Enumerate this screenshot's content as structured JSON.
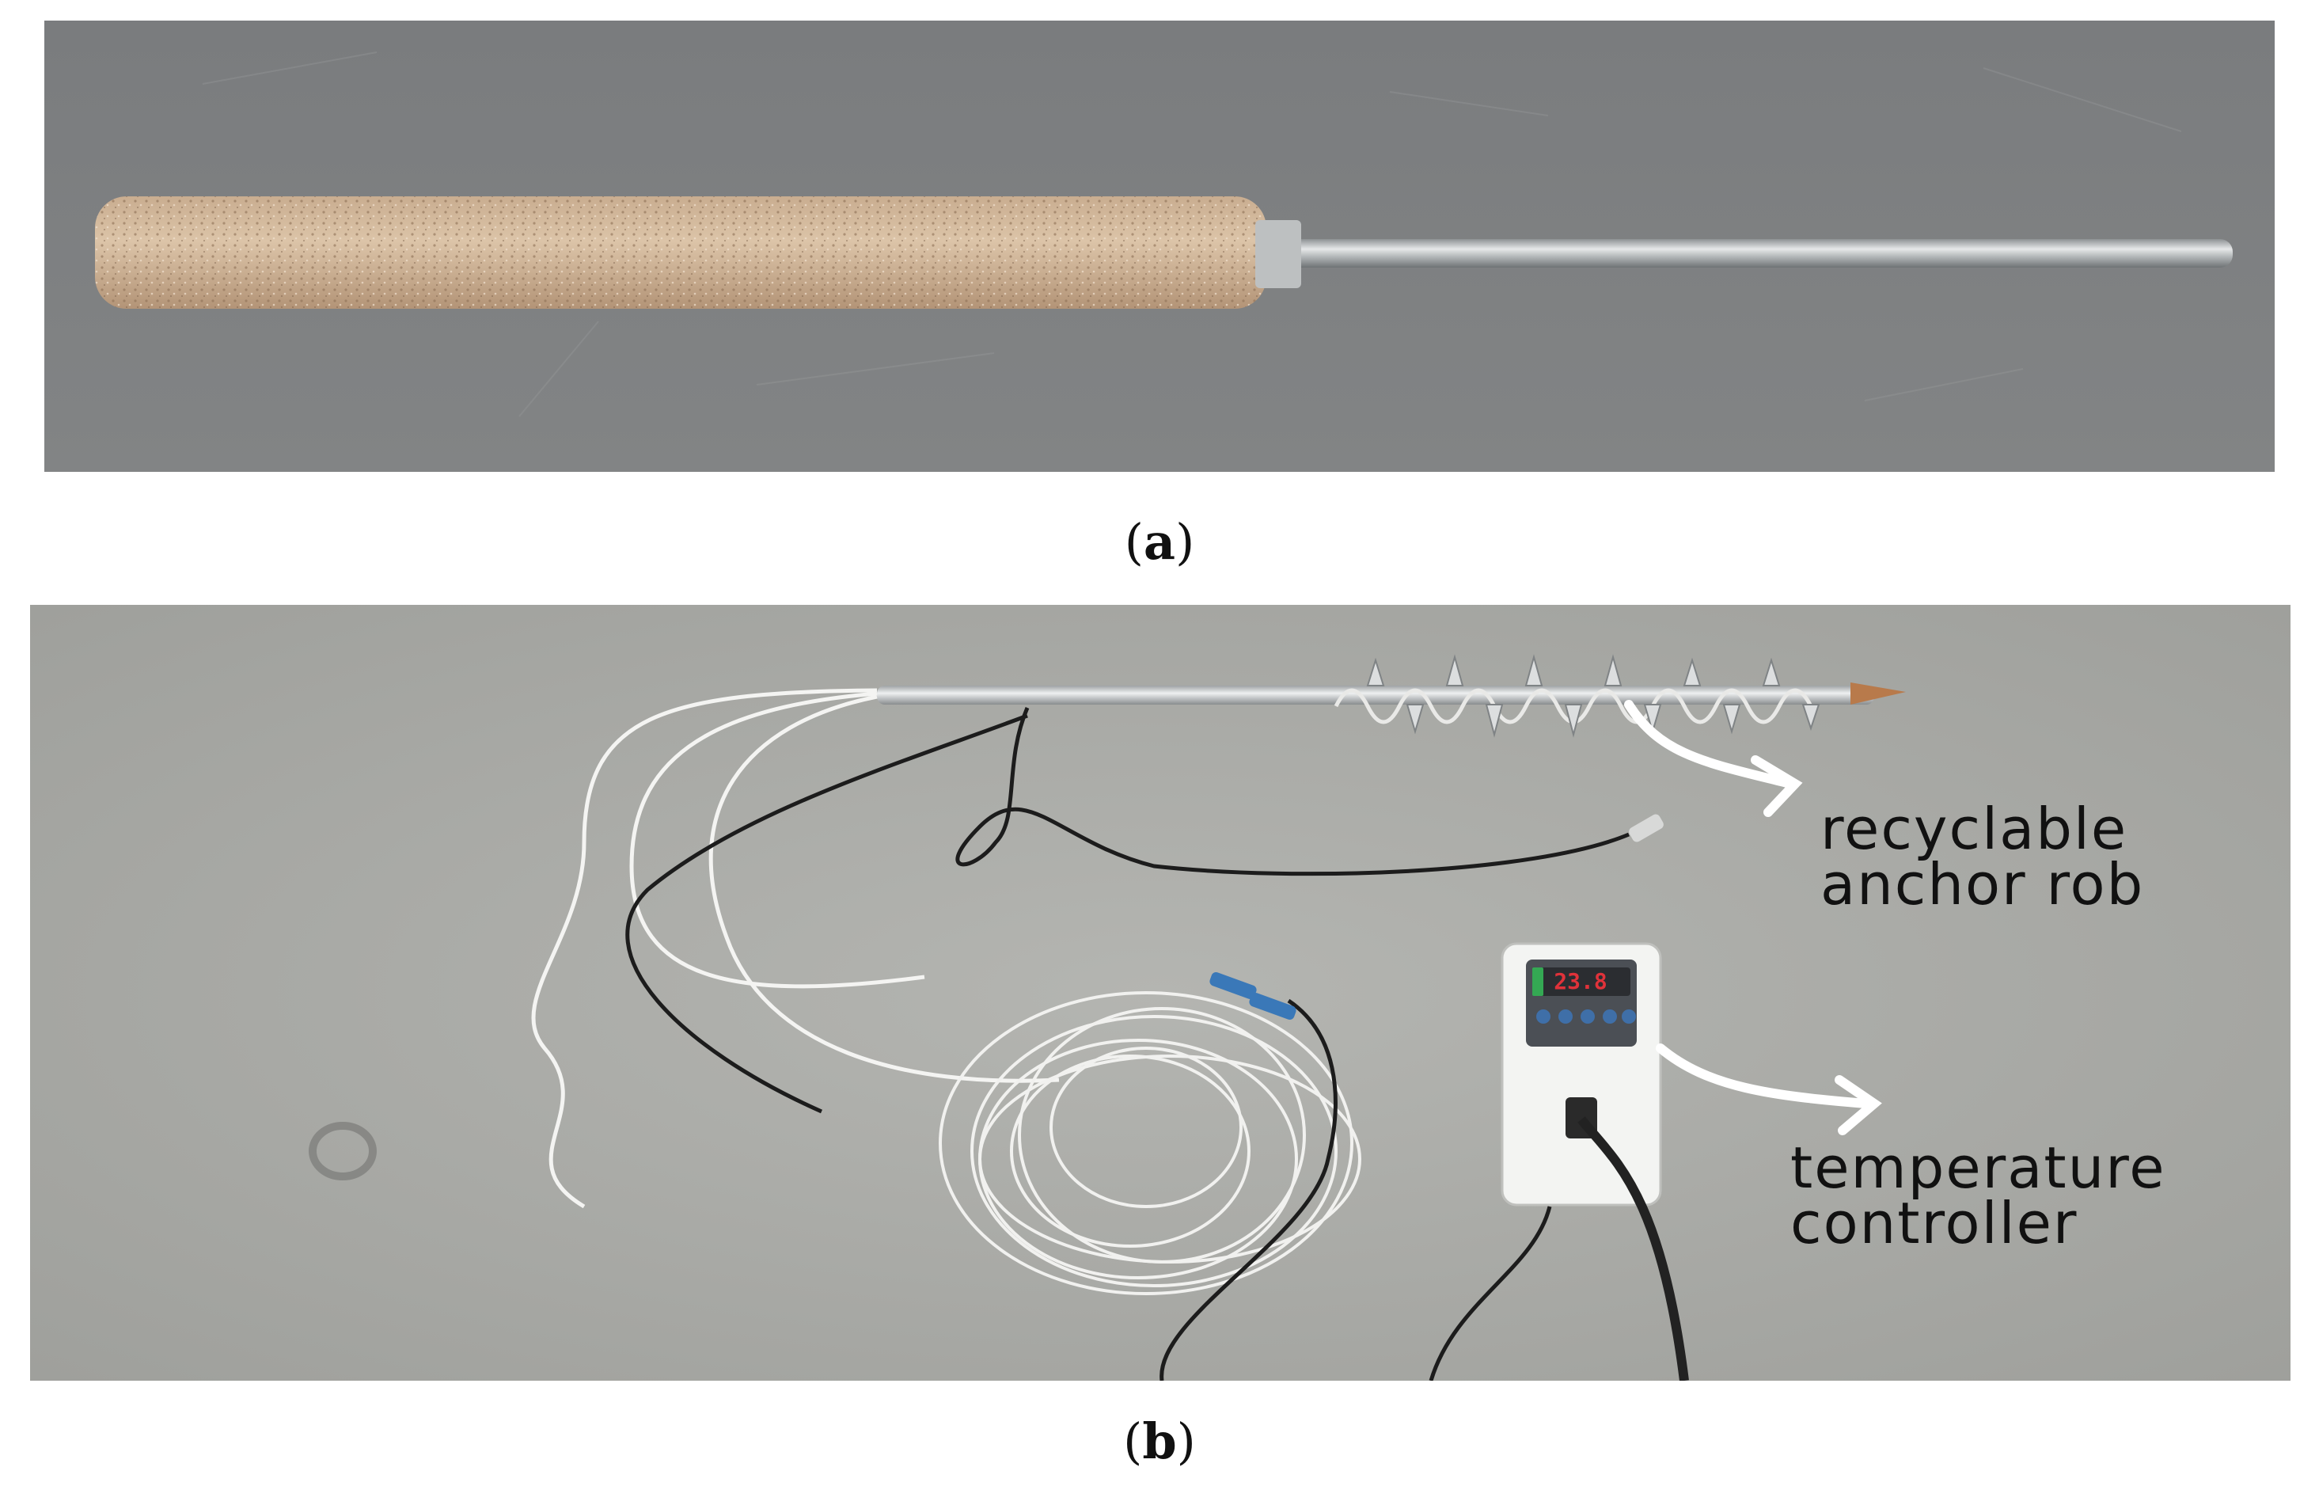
{
  "panels": {
    "a": {
      "caption_paren_open": "(",
      "caption_letter": "a",
      "caption_paren_close": ")"
    },
    "b": {
      "caption_paren_open": "(",
      "caption_letter": "b",
      "caption_paren_close": ")"
    }
  },
  "labels": {
    "anchor_line1": "recyclable",
    "anchor_line2": "anchor rob",
    "temp_line1": "temperature",
    "temp_line2": "controller"
  },
  "controller_display": "23.8",
  "colors": {
    "background_a": "#7d7f80",
    "background_b": "#a9aaa6",
    "sand_coating": "#d2b79a",
    "steel_rod": "#b9bcbe",
    "display_red": "#e0323a",
    "wire_white": "#f4f4f2",
    "wire_black": "#1a1a1a",
    "connector_blue": "#3a78b8"
  }
}
